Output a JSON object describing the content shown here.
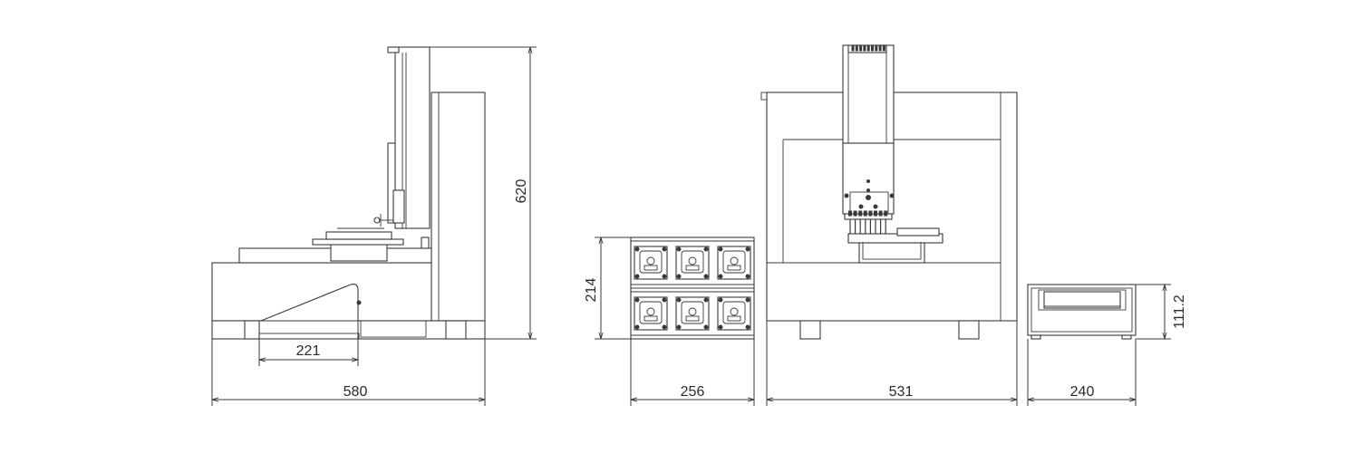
{
  "drawing": {
    "dimensions": {
      "side_base_width": "580",
      "side_height": "620",
      "side_ramp_width": "221",
      "pump_width": "256",
      "pump_height": "214",
      "front_width": "531",
      "controller_width": "240",
      "controller_height": "111.2"
    }
  }
}
